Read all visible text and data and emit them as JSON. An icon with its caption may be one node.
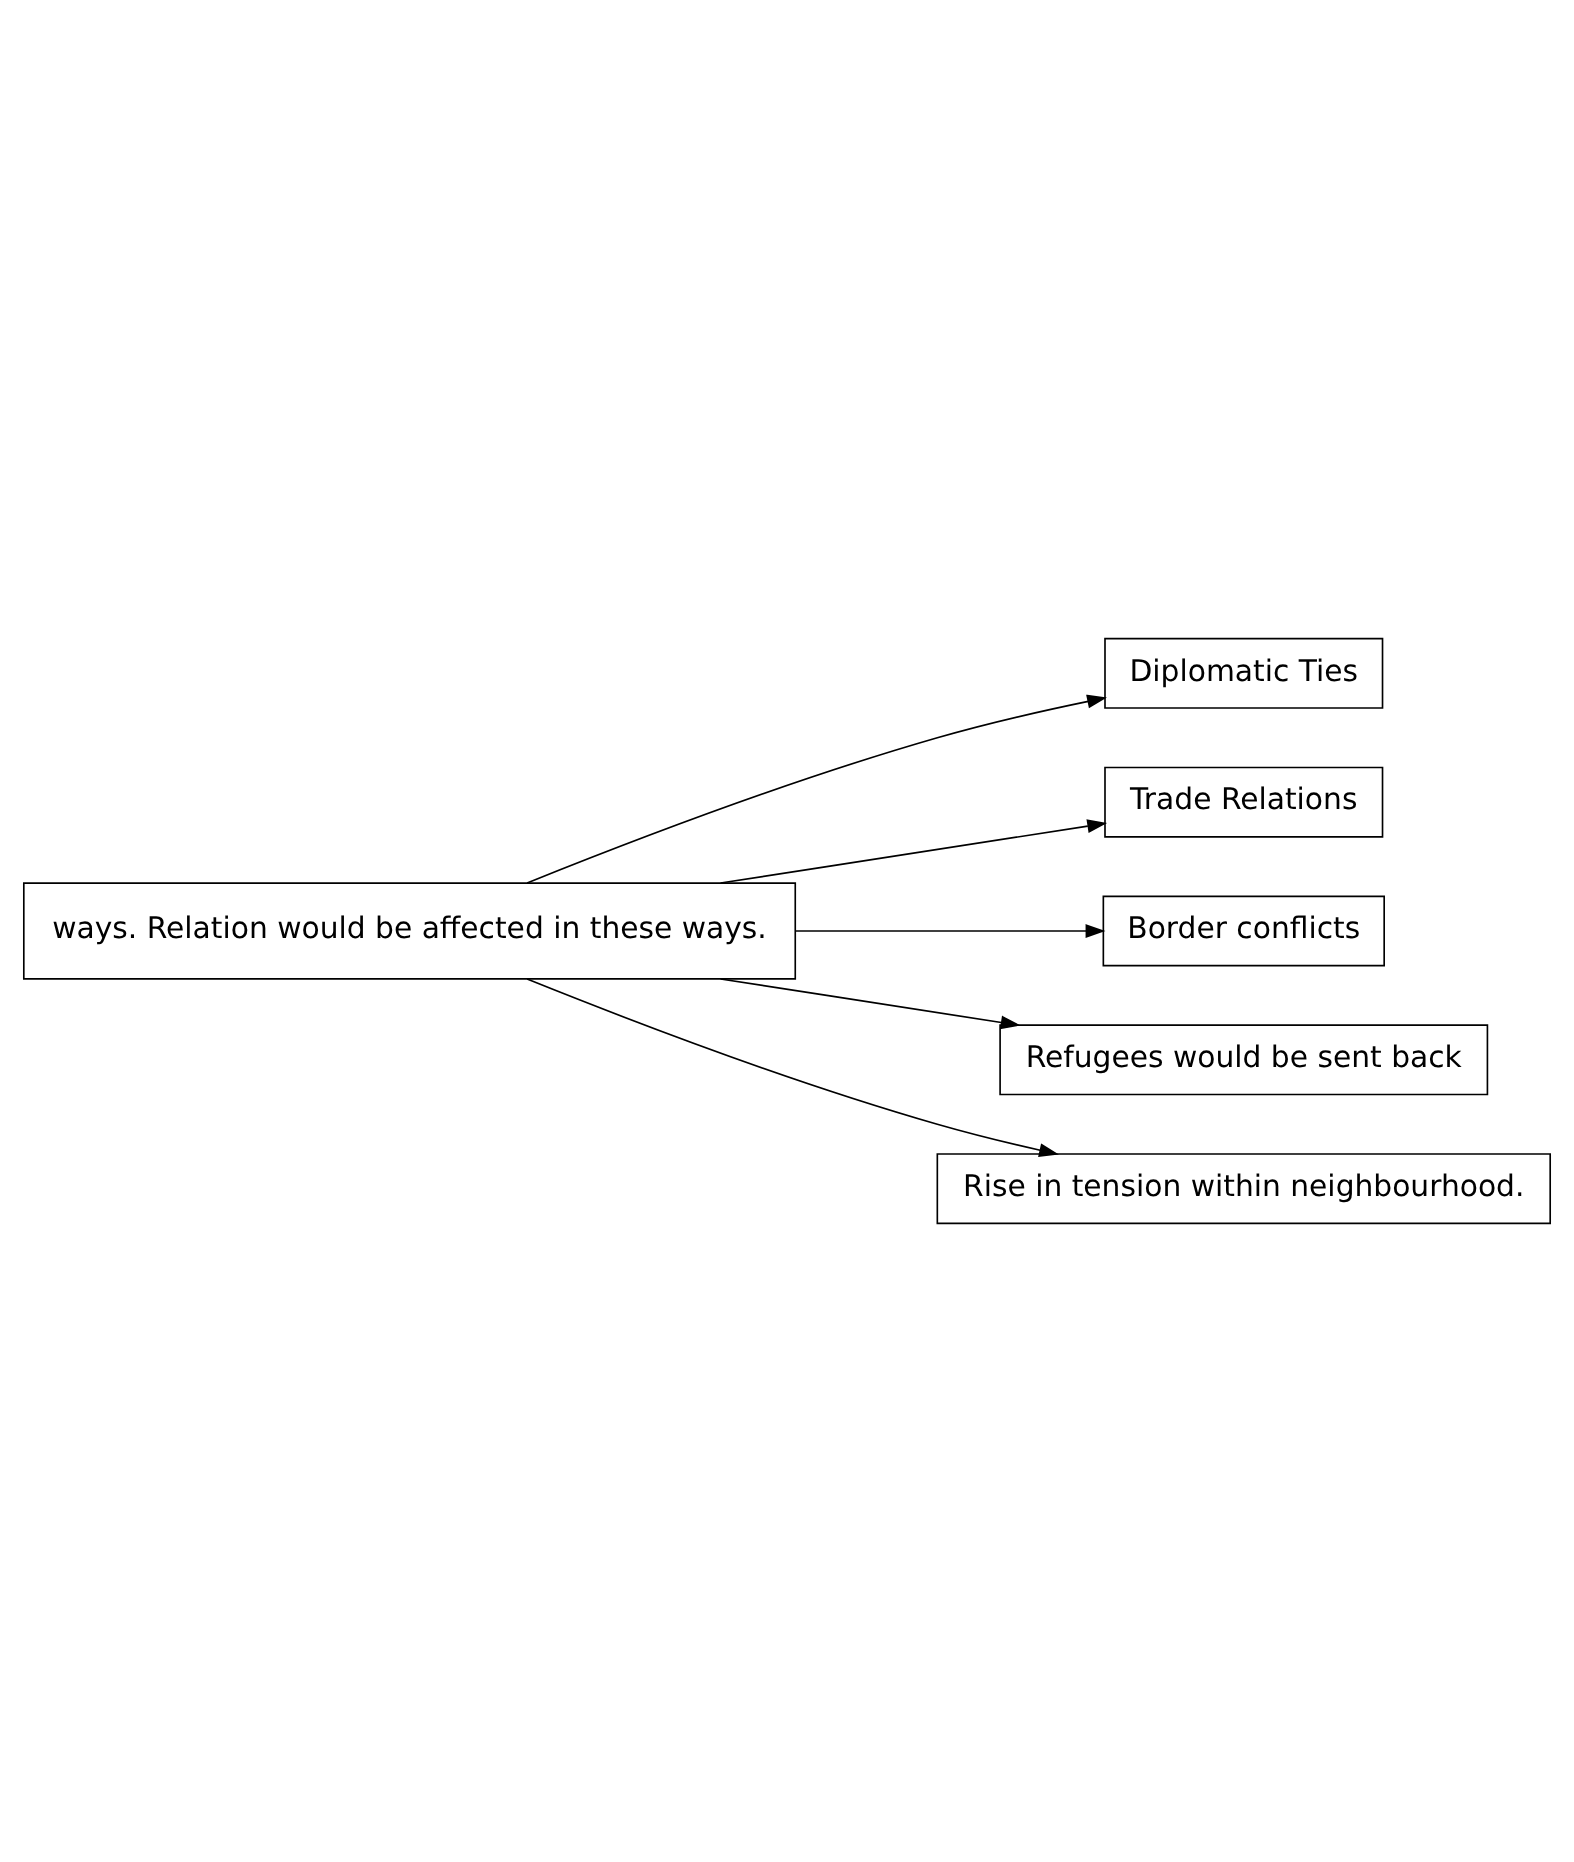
{
  "diagram": {
    "nodes": [
      {
        "text": [
          "ways. Relation would be affected in these ways."
        ]
      },
      {
        "text": [
          "Diplomatic Ties"
        ]
      },
      {
        "text": [
          "Trade Relations"
        ]
      },
      {
        "text": [
          "Border conflicts"
        ]
      },
      {
        "text": [
          "Refugees would be sent back"
        ]
      },
      {
        "text": [
          "Rise in tension within neighbourhood."
        ]
      }
    ],
    "edges": [
      {
        "from": 0,
        "to": 1,
        "arrow": "to"
      },
      {
        "from": 0,
        "to": 2,
        "arrow": "to"
      },
      {
        "from": 0,
        "to": 3,
        "arrow": "to"
      },
      {
        "from": 0,
        "to": 4,
        "arrow": "to"
      },
      {
        "from": 0,
        "to": 5,
        "arrow": "to"
      }
    ]
  }
}
